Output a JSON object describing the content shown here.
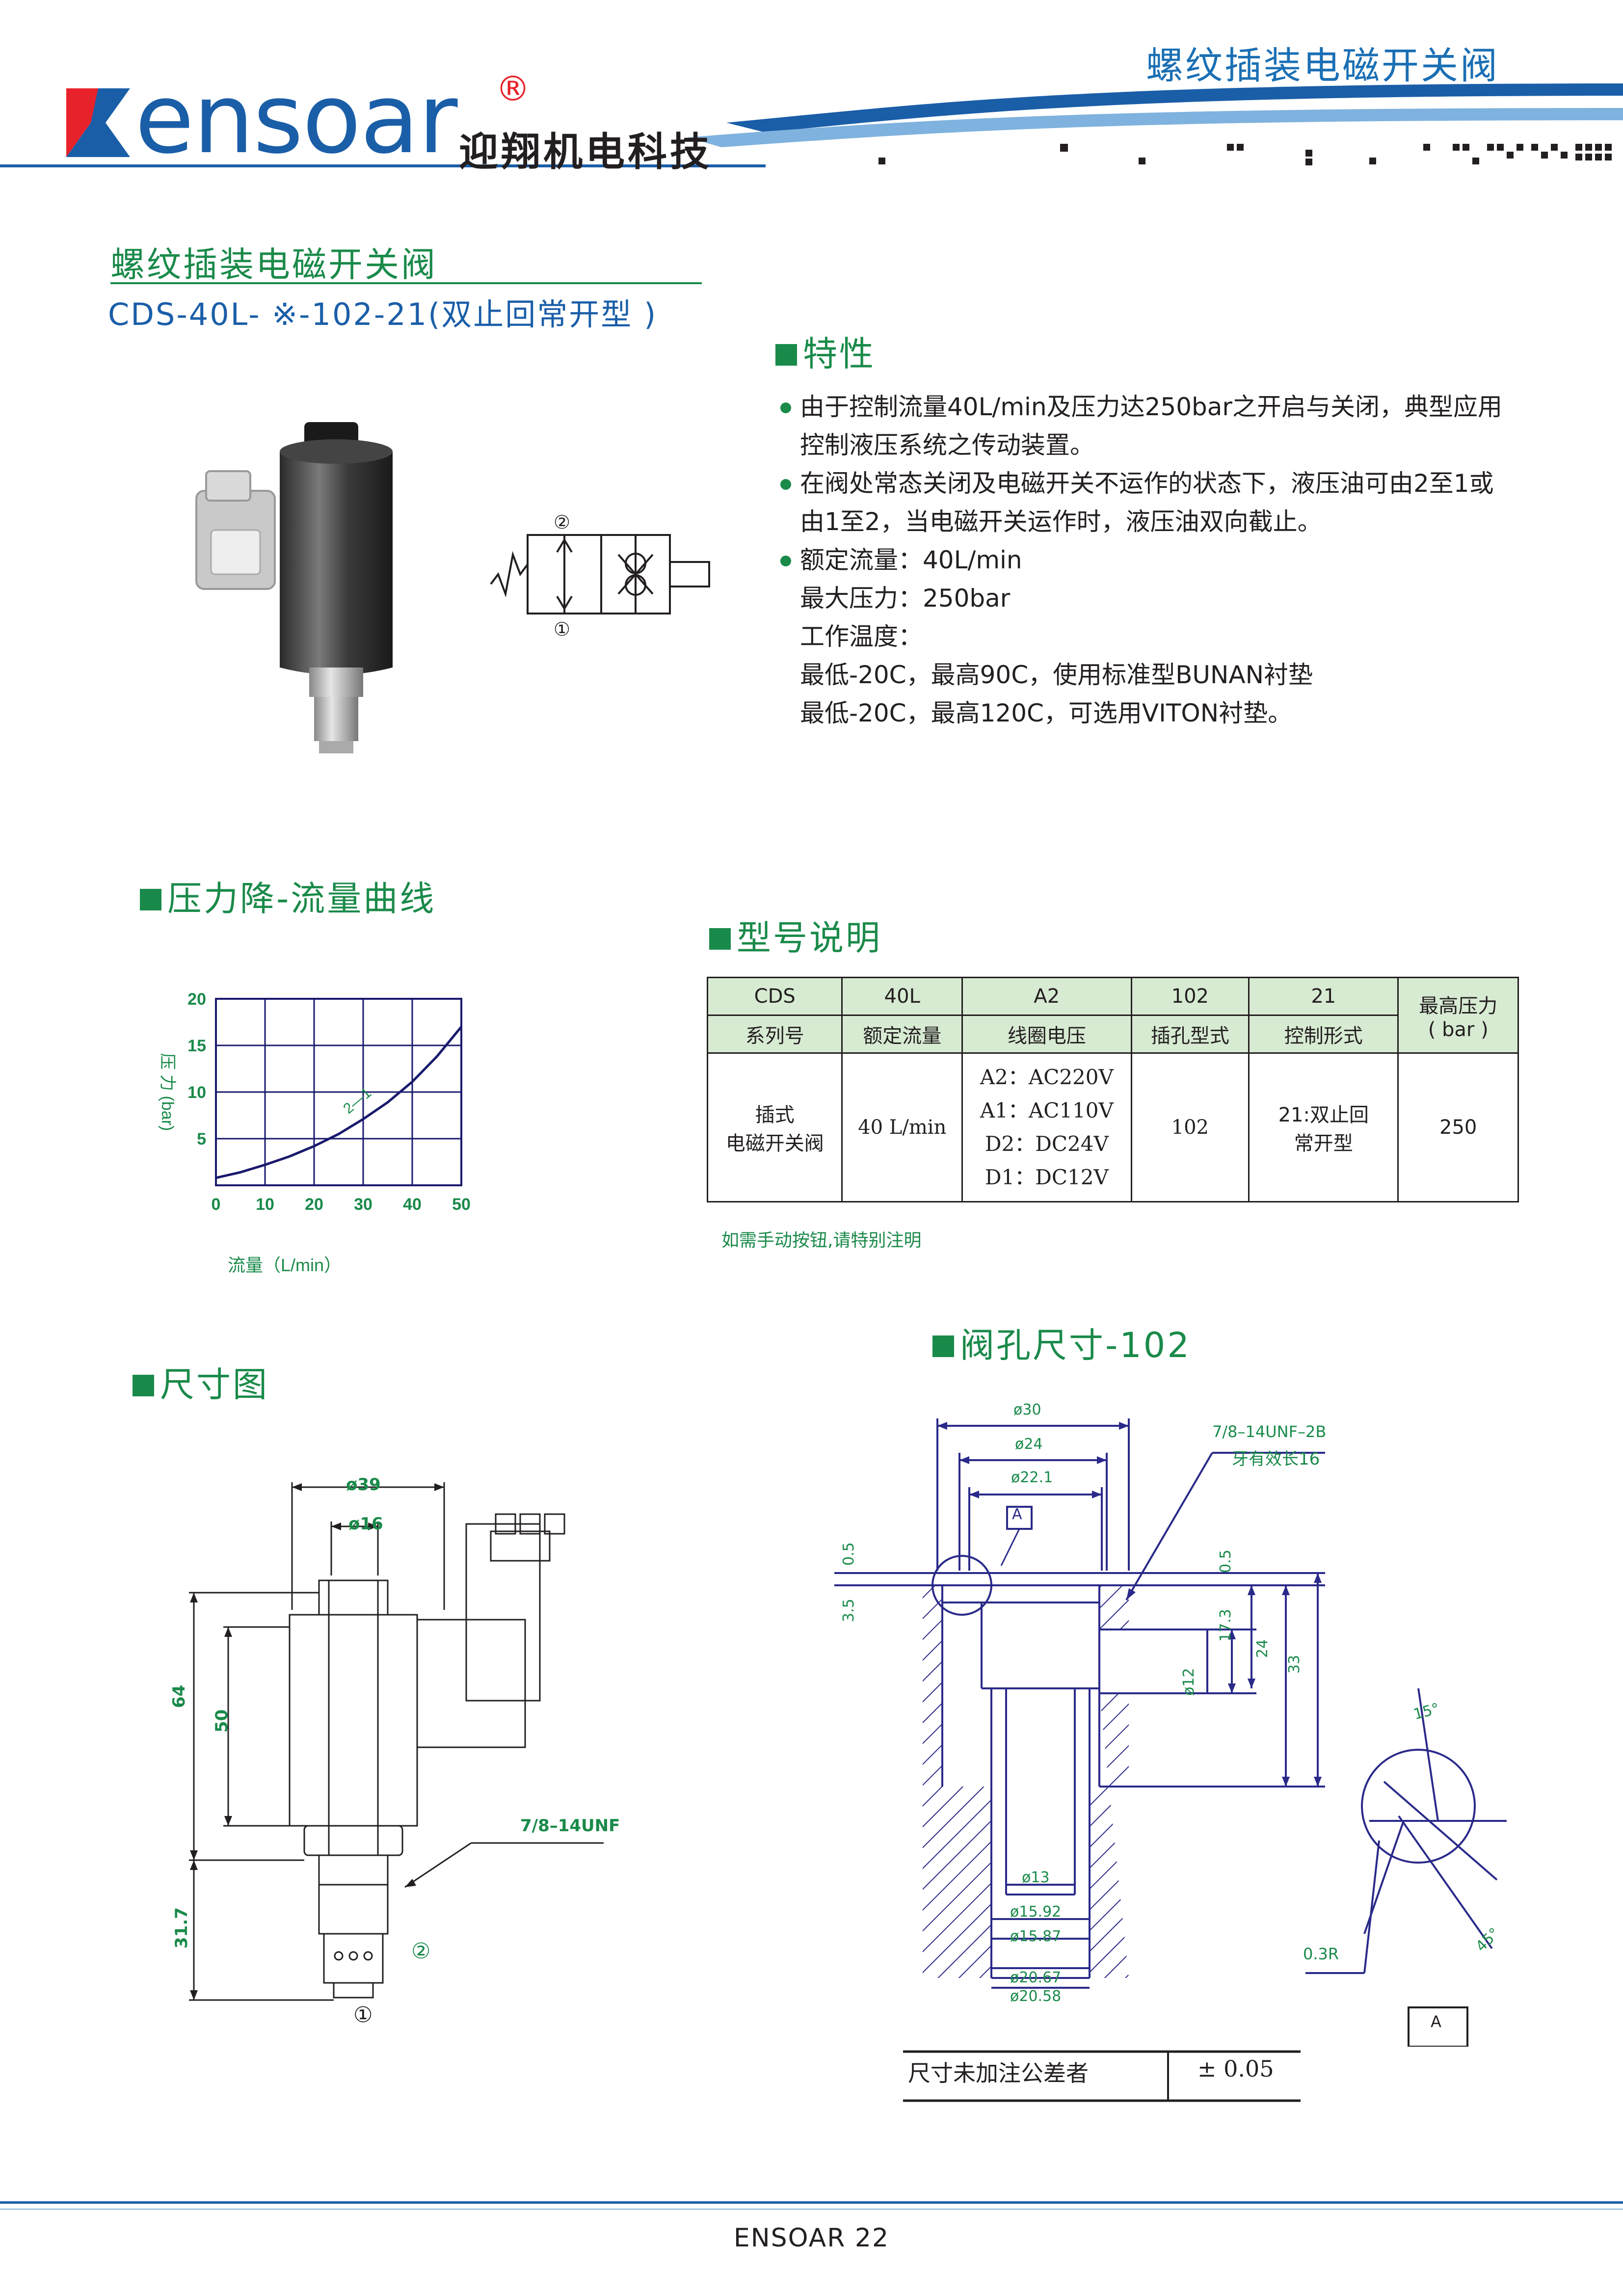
{
  "header": {
    "title": "螺纹插装电磁开关阀",
    "brand_word": "ensoar",
    "brand_reg": "®",
    "brand_cn": "迎翔机电科技"
  },
  "product": {
    "title": "螺纹插装电磁开关阀",
    "model": "CDS-40L- ※-102-21(双止回常开型 )"
  },
  "symbol": {
    "port_top": "②",
    "port_bottom": "①"
  },
  "features": {
    "heading": "特性",
    "lines": [
      "由于控制流量40L/min及压力达250bar之开启与关闭，典型应用",
      "控制液压系统之传动装置。",
      "在阀处常态关闭及电磁开关不运作的状态下，液压油可由2至1或",
      "由1至2，当电磁开关运作时，液压油双向截止。",
      "额定流量：40L/min",
      "最大压力：250bar",
      "工作温度：",
      "最低-20C，最高90C，使用标准型BUNAN衬垫",
      "最低-20C，最高120C，可选用VITON衬垫。"
    ]
  },
  "chart_section": {
    "heading": "压力降-流量曲线"
  },
  "chart_data": {
    "type": "line",
    "xlabel": "流量（L/min）",
    "ylabel": "压 力 (bar)",
    "xlim": [
      0,
      50
    ],
    "ylim": [
      0,
      20
    ],
    "x_ticks": [
      "0",
      "10",
      "20",
      "30",
      "40",
      "50"
    ],
    "y_ticks": [
      "5",
      "10",
      "15",
      "20"
    ],
    "grid": true,
    "series": [
      {
        "name": "2—1",
        "x": [
          0,
          5,
          10,
          15,
          20,
          25,
          30,
          35,
          40,
          45,
          50
        ],
        "y": [
          0.8,
          1.4,
          2.2,
          3.1,
          4.2,
          5.5,
          7.1,
          8.9,
          11.1,
          13.8,
          17.0
        ]
      }
    ]
  },
  "model_section": {
    "heading": "型号说明",
    "header_codes": [
      "CDS",
      "40L",
      "A2",
      "102",
      "21"
    ],
    "header_names": [
      "系列号",
      "额定流量",
      "线圈电压",
      "插孔型式",
      "控制形式"
    ],
    "max_pressure_label_1": "最高压力",
    "max_pressure_label_2": "( bar )",
    "cell_series_1": "插式",
    "cell_series_2": "电磁开关阀",
    "cell_flow": "40 L/min",
    "cell_voltages": [
      "A2：AC220V",
      "A1：AC110V",
      "D2：DC24V",
      "D1：DC12V"
    ],
    "cell_cavity": "102",
    "cell_control_1": "21:双止回",
    "cell_control_2": "常开型",
    "cell_pressure": "250",
    "note": "如需手动按钮,请特别注明"
  },
  "dims_section": {
    "heading": "尺寸图",
    "d_outer": "ø39",
    "d_inner": "ø16",
    "h_total": "64",
    "h_coil": "50",
    "h_thread": "31.7",
    "thread": "7/8–14UNF",
    "port_2": "②",
    "port_1": "①"
  },
  "cavity_section": {
    "heading": "阀孔尺寸-102",
    "d30": "ø30",
    "d24": "ø24",
    "d22": "ø22.1",
    "thread_1": "7/8–14UNF–2B",
    "thread_2": "牙有效长16",
    "datum": "A",
    "v05a": "0.5",
    "v35": "3.5",
    "v05b": "0.5",
    "v173": "17.3",
    "v24": "24",
    "v33": "33",
    "d12": "ø12",
    "d13": "ø13",
    "d1592": "ø15.92",
    "d1587": "ø15.87",
    "d2067": "ø20.67",
    "d2058": "ø20.58",
    "angle15": "15°",
    "angle45": "45°",
    "radius": "0.3R",
    "datum_box": "A"
  },
  "tolerance": {
    "label": "尺寸未加注公差者",
    "value": "± 0.05"
  },
  "footer": {
    "text": "ENSOAR 22"
  }
}
